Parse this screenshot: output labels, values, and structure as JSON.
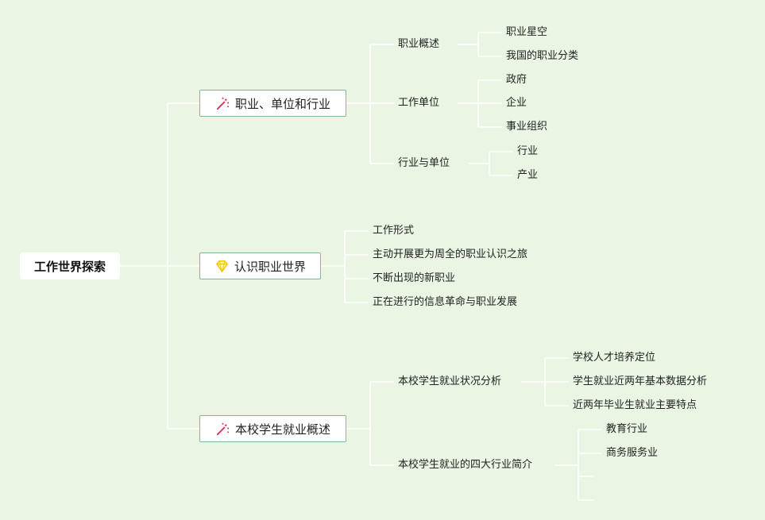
{
  "root": {
    "label": "工作世界探索"
  },
  "branches": [
    {
      "label": "职业、单位和行业",
      "icon": "magic-wand-icon",
      "children": [
        {
          "label": "职业概述",
          "children": [
            "职业星空",
            "我国的职业分类"
          ]
        },
        {
          "label": "工作单位",
          "children": [
            "政府",
            "企业",
            "事业组织"
          ]
        },
        {
          "label": "行业与单位",
          "children": [
            "行业",
            "产业"
          ]
        }
      ]
    },
    {
      "label": "认识职业世界",
      "icon": "diamond-icon",
      "children": [
        {
          "label": "工作形式"
        },
        {
          "label": "主动开展更为周全的职业认识之旅"
        },
        {
          "label": "不断出现的新职业"
        },
        {
          "label": "正在进行的信息革命与职业发展"
        }
      ]
    },
    {
      "label": "本校学生就业概述",
      "icon": "magic-wand-icon",
      "children": [
        {
          "label": "本校学生就业状况分析",
          "children": [
            "学校人才培养定位",
            "学生就业近两年基本数据分析",
            "近两年毕业生就业主要特点"
          ]
        },
        {
          "label": "本校学生就业的四大行业简介",
          "children": [
            "教育行业",
            "商务服务业",
            "",
            ""
          ]
        }
      ]
    }
  ],
  "colors": {
    "background": "#eaf5e4",
    "line": "#ffffff",
    "node_border": "#7fb79a",
    "wand": "#d9345a",
    "diamond": "#f2c200"
  }
}
